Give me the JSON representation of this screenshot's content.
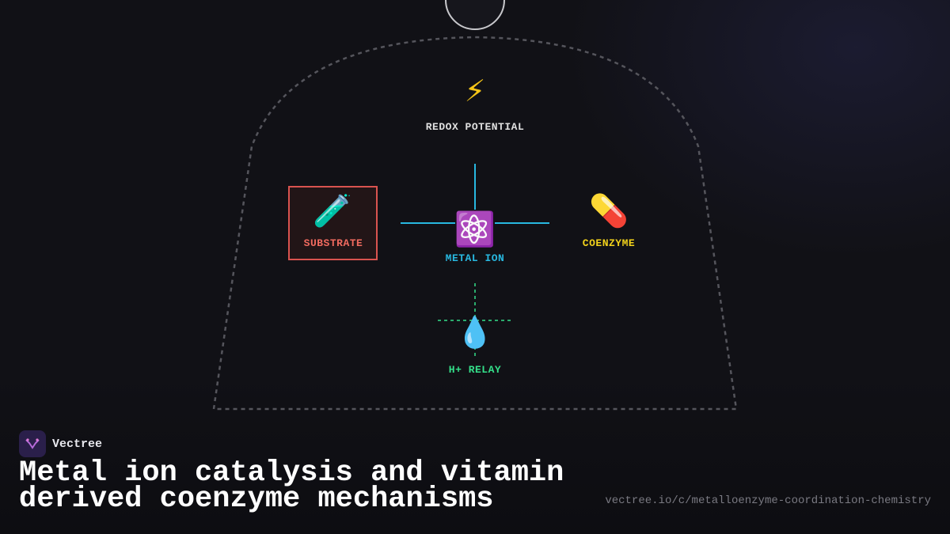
{
  "diagram": {
    "nodes": {
      "redox": {
        "label": "REDOX POTENTIAL",
        "icon": "lightning-icon",
        "glyph": "⚡",
        "color": "#e0e0e0"
      },
      "substrate": {
        "label": "SUBSTRATE",
        "icon": "test-tube-icon",
        "glyph": "🧪",
        "color": "#f06a5f"
      },
      "metal_ion": {
        "label": "METAL ION",
        "icon": "atom-icon",
        "glyph": "⚛️",
        "color": "#28b8e0"
      },
      "coenzyme": {
        "label": "COENZYME",
        "icon": "pill-icon",
        "glyph": "💊",
        "color": "#f2d21b"
      },
      "proton_relay": {
        "label": "H+ RELAY",
        "icon": "droplet-icon",
        "glyph": "💧",
        "color": "#34e08a"
      }
    }
  },
  "footer": {
    "brand": "Vectree",
    "title": "Metal ion catalysis and vitamin derived coenzyme mechanisms",
    "url": "vectree.io/c/metalloenzyme-coordination-chemistry"
  }
}
